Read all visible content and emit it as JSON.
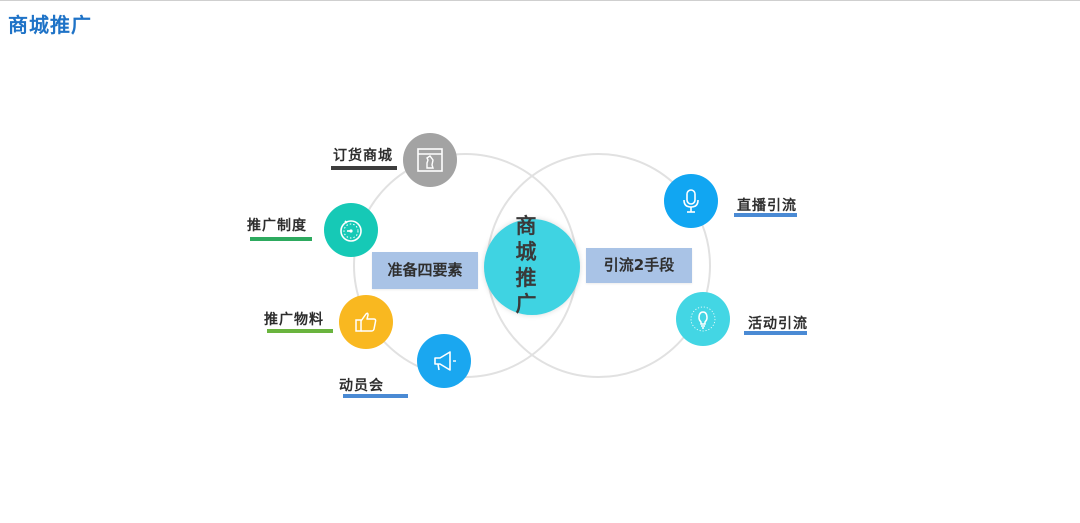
{
  "page": {
    "title": "商城推广"
  },
  "hub": {
    "label": "商城推广",
    "color": "#3fd3e2"
  },
  "left_group": {
    "band_label": "准备四要素",
    "items": [
      {
        "label": "订货商城",
        "icon": "chess-knight-icon",
        "color": "#a3a3a3",
        "underline_color": "#3d3d3d"
      },
      {
        "label": "推广制度",
        "icon": "stopwatch-icon",
        "color": "#16c9b6",
        "underline_color": "#2daa5f"
      },
      {
        "label": "推广物料",
        "icon": "thumbs-up-icon",
        "color": "#f9b820",
        "underline_color": "#6ab43e"
      },
      {
        "label": "动员会",
        "icon": "megaphone-icon",
        "color": "#1aa7f0",
        "underline_color": "#4a8ad4"
      }
    ]
  },
  "right_group": {
    "band_label": "引流2手段",
    "items": [
      {
        "label": "直播引流",
        "icon": "microphone-icon",
        "color": "#11a6f2",
        "underline_color": "#4a8ad4"
      },
      {
        "label": "活动引流",
        "icon": "lightbulb-icon",
        "color": "#43d6e4",
        "underline_color": "#4a8ad4"
      }
    ]
  }
}
